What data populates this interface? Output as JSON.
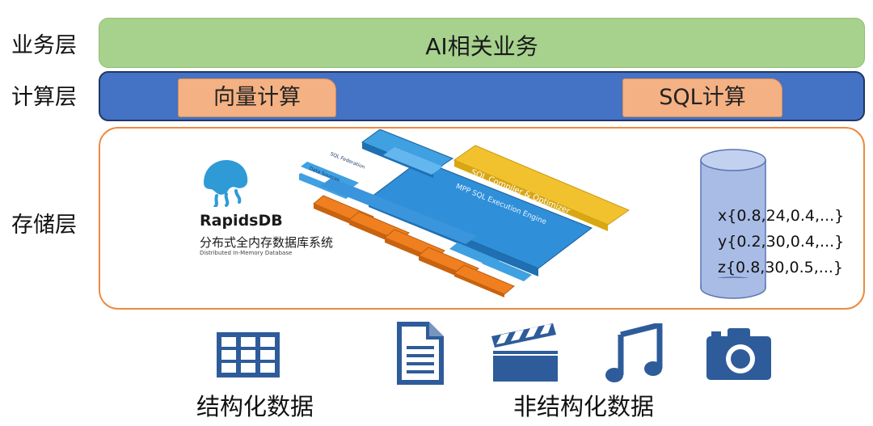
{
  "layers": {
    "business": "业务层",
    "compute": "计算层",
    "storage": "存储层"
  },
  "business_band": {
    "text": "AI相关业务"
  },
  "compute_band": {
    "vector": "向量计算",
    "sql": "SQL计算"
  },
  "rapidsdb": {
    "name": "RapidsDB",
    "subtitle_cn": "分布式全内存数据库系统",
    "subtitle_en": "Distributed In-Memory Database",
    "engine_title": "SQL Compiler & Optimizer",
    "engine_sub": "MPP SQL Execution Engine",
    "side_labels": [
      "SQL Federation",
      "Data Sources"
    ]
  },
  "cylinder": {
    "rows": [
      "x{0.8,24,0.4,...}",
      "y{0.2,30,0.4,...}",
      "z{0.8,30,0.5,...}"
    ]
  },
  "bottom": {
    "structured": "结构化数据",
    "unstructured": "非结构化数据"
  },
  "icons": [
    "table-icon",
    "document-icon",
    "clapperboard-icon",
    "music-note-icon",
    "camera-icon"
  ],
  "colors": {
    "business": "#a7d28e",
    "compute": "#4472c4",
    "chip": "#f4b183",
    "storage_border": "#ed8a3f",
    "cylinder": "#a9bce6",
    "icon_blue": "#2e5c9a"
  }
}
